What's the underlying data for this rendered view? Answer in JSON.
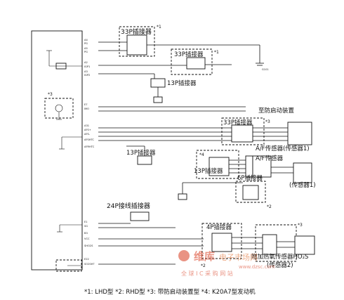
{
  "diagram": {
    "connectors": {
      "c33p_a": "33P插接器",
      "c33p_b": "33P插接器",
      "c13p_a": "13P插接器",
      "to_antistart": "至防启动装置",
      "c33p_c": "33P插接器",
      "c13p_b": "13P插接器",
      "af_sensor_a": "A/F传感器(传感器1)",
      "c6p": "6P插接器",
      "c13p_c": "13P插接器",
      "af_sensor_b": "A/F传感器",
      "af_sensor_b_sub": "(传感器1)",
      "c24p": "24P接线插接器",
      "c4p": "4P插接器",
      "ho2s": "附加热氧传感器HO₂S",
      "ho2s_sub": "(传感器2)"
    },
    "marks": {
      "n1": "*1",
      "n1b": "*1",
      "n3a": "*3",
      "n3b": "*3",
      "n4": "*4",
      "n2a": "*2",
      "n2b": "*2",
      "n3c": "*3"
    },
    "footnote": "*1: LHD型 *2: RHD型 *3: 带防启动装置型 *4: K20A7型发动机",
    "watermark": {
      "brand": "维库",
      "tagline": "电子市场网",
      "url": "www.dzsc.com",
      "slogan": "全 球 I C 采 购 网 站"
    }
  }
}
